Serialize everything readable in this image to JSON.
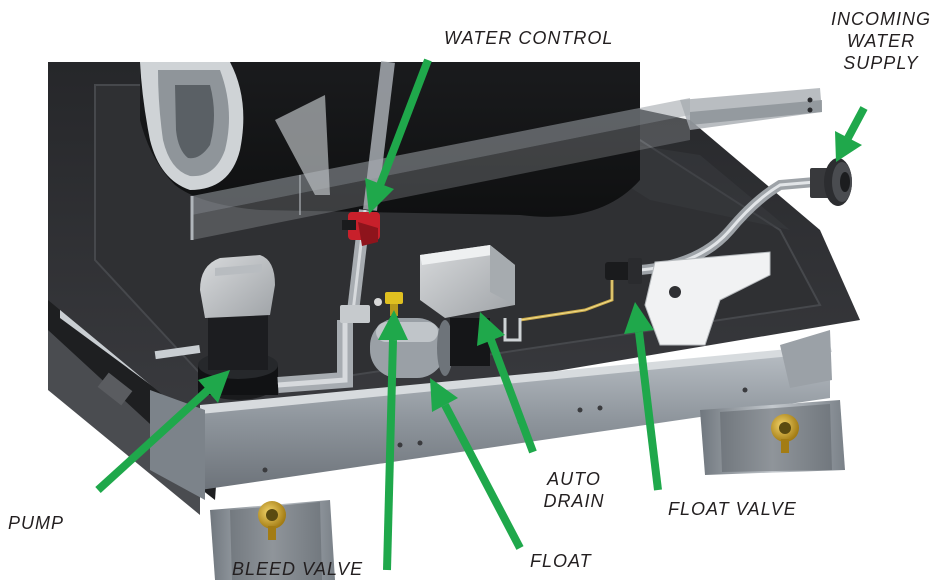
{
  "callouts": {
    "water_control": "WATER CONTROL",
    "incoming_water_supply": [
      "INCOMING",
      "WATER",
      "SUPPLY"
    ],
    "pump": "PUMP",
    "bleed_valve": "BLEED VALVE",
    "float": "FLOAT",
    "auto_drain": [
      "AUTO",
      "DRAIN"
    ],
    "float_valve": "FLOAT VALVE"
  },
  "colors": {
    "arrow": "#1fa84b",
    "label_text": "#231f20",
    "basin": "#2b2c2f",
    "metal_frame": "#8e959c",
    "lifting_eye": "#c9a227",
    "shutoff_valve": "#c8202b",
    "brass_valve": "#e0c020"
  }
}
